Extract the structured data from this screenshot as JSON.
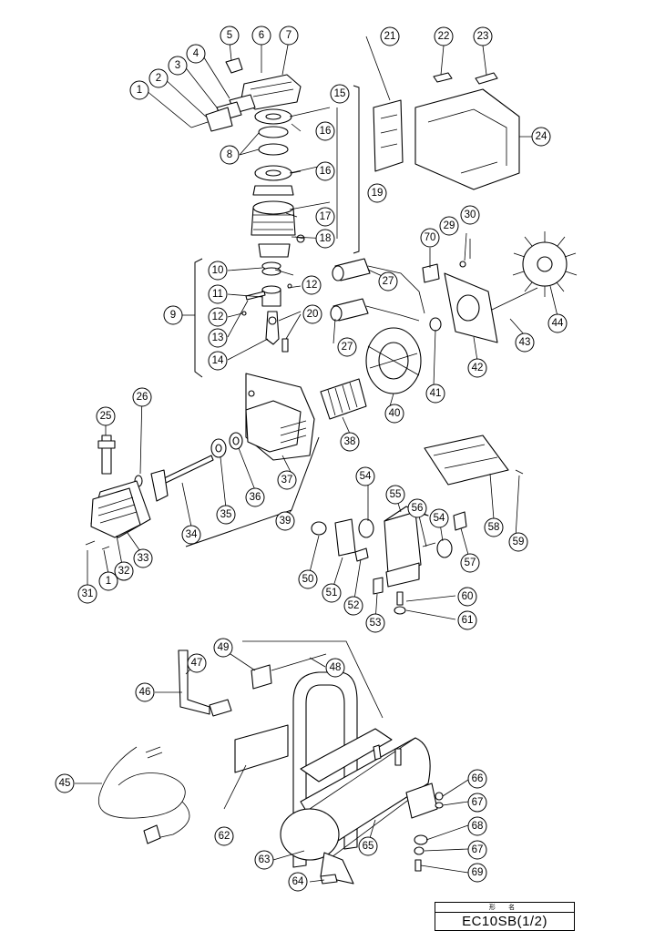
{
  "model_box": {
    "header": "形 名",
    "model": "EC10SB(1/2)"
  },
  "callouts": [
    "1",
    "2",
    "3",
    "4",
    "5",
    "6",
    "7",
    "8",
    "9",
    "10",
    "11",
    "12",
    "12",
    "13",
    "14",
    "15",
    "16",
    "16",
    "17",
    "18",
    "19",
    "20",
    "21",
    "22",
    "23",
    "24",
    "25",
    "26",
    "27",
    "27",
    "29",
    "30",
    "31",
    "1",
    "32",
    "33",
    "34",
    "35",
    "36",
    "37",
    "38",
    "39",
    "40",
    "41",
    "42",
    "43",
    "44",
    "45",
    "46",
    "47",
    "48",
    "49",
    "50",
    "51",
    "52",
    "53",
    "54",
    "54",
    "55",
    "56",
    "57",
    "58",
    "59",
    "60",
    "61",
    "62",
    "63",
    "64",
    "65",
    "66",
    "67",
    "67",
    "68",
    "69",
    "70"
  ]
}
